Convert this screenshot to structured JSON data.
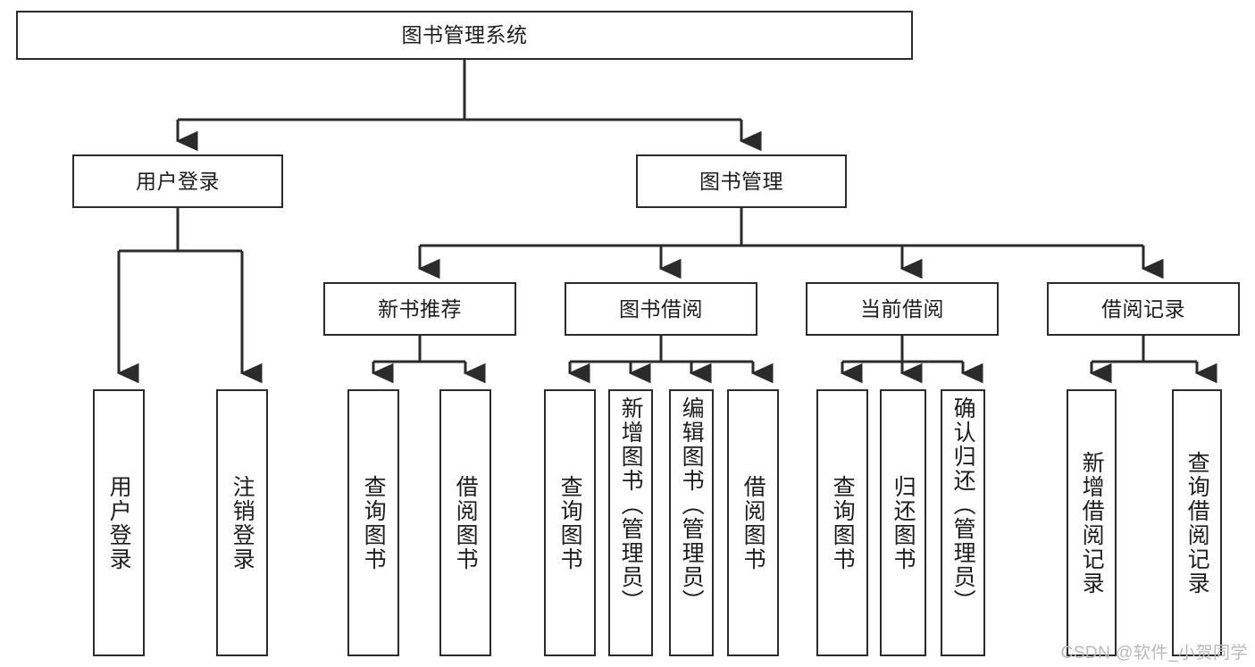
{
  "diagram": {
    "type": "tree",
    "title": "图书管理系统",
    "watermark": "CSDN @软件_小贺同学",
    "colors": {
      "box_border": "#2b2b2b",
      "box_fill": "#ffffff",
      "line": "#2b2b2b",
      "text": "#1d1d1d",
      "watermark": "#b9b9b9"
    },
    "levels": {
      "root": {
        "label": "图书管理系统"
      },
      "level2": [
        {
          "label": "用户登录"
        },
        {
          "label": "图书管理"
        }
      ],
      "level3": [
        {
          "label": "新书推荐"
        },
        {
          "label": "图书借阅"
        },
        {
          "label": "当前借阅"
        },
        {
          "label": "借阅记录"
        }
      ],
      "level4": [
        {
          "label": "用户登录",
          "parent": "用户登录"
        },
        {
          "label": "注销登录",
          "parent": "用户登录"
        },
        {
          "label": "查询图书",
          "parent": "新书推荐"
        },
        {
          "label": "借阅图书",
          "parent": "新书推荐"
        },
        {
          "label": "查询图书",
          "parent": "图书借阅"
        },
        {
          "label": "新增图书（管理员）",
          "parent": "图书借阅"
        },
        {
          "label": "编辑图书（管理员）",
          "parent": "图书借阅"
        },
        {
          "label": "借阅图书",
          "parent": "图书借阅"
        },
        {
          "label": "查询图书",
          "parent": "当前借阅"
        },
        {
          "label": "归还图书",
          "parent": "当前借阅"
        },
        {
          "label": "确认归还（管理员）",
          "parent": "当前借阅"
        },
        {
          "label": "新增借阅记录",
          "parent": "借阅记录"
        },
        {
          "label": "查询借阅记录",
          "parent": "借阅记录"
        }
      ]
    }
  }
}
